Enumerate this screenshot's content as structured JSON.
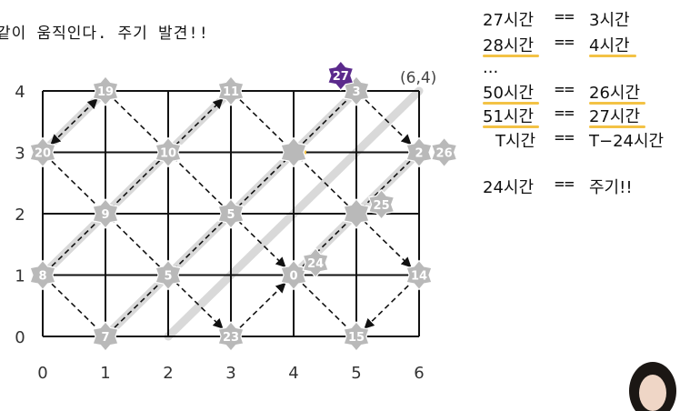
{
  "title": "같이 움직인다. 주기 발견!!",
  "grid": {
    "x_ticks": [
      "0",
      "1",
      "2",
      "3",
      "4",
      "5",
      "6"
    ],
    "y_ticks": [
      "0",
      "1",
      "2",
      "3",
      "4"
    ],
    "corner_label": "(6,4)"
  },
  "markers": [
    {
      "label": "19",
      "col": 1,
      "row": 4,
      "color": "#b9b9b9"
    },
    {
      "label": "11",
      "col": 3,
      "row": 4,
      "color": "#b9b9b9"
    },
    {
      "label": "3",
      "col": 5,
      "row": 4,
      "color": "#b9b9b9"
    },
    {
      "label": "27",
      "col": 4.75,
      "row": 4.25,
      "color": "#5b2a8c"
    },
    {
      "label": "20",
      "col": 0,
      "row": 3,
      "color": "#b9b9b9"
    },
    {
      "label": "10",
      "col": 2,
      "row": 3,
      "color": "#b9b9b9"
    },
    {
      "label": "2",
      "col": 6,
      "row": 3,
      "color": "#b9b9b9"
    },
    {
      "label": "26",
      "col": 6.4,
      "row": 3,
      "color": "#b9b9b9"
    },
    {
      "label": "",
      "col": 4,
      "row": 3,
      "color": "#b9b9b9"
    },
    {
      "label": "9",
      "col": 1,
      "row": 2,
      "color": "#b9b9b9"
    },
    {
      "label": "5",
      "col": 3,
      "row": 2,
      "color": "#b9b9b9"
    },
    {
      "label": "",
      "col": 5,
      "row": 2,
      "color": "#b9b9b9"
    },
    {
      "label": "25",
      "col": 5.4,
      "row": 2.15,
      "color": "#b9b9b9"
    },
    {
      "label": "8",
      "col": 0,
      "row": 1,
      "color": "#b9b9b9"
    },
    {
      "label": "5",
      "col": 2,
      "row": 1,
      "color": "#b9b9b9"
    },
    {
      "label": "0",
      "col": 4,
      "row": 1,
      "color": "#b9b9b9"
    },
    {
      "label": "24",
      "col": 4.35,
      "row": 1.2,
      "color": "#b9b9b9"
    },
    {
      "label": "14",
      "col": 6,
      "row": 1,
      "color": "#b9b9b9"
    },
    {
      "label": "7",
      "col": 1,
      "row": 0,
      "color": "#b9b9b9"
    },
    {
      "label": "23",
      "col": 3,
      "row": 0,
      "color": "#b9b9b9"
    },
    {
      "label": "15",
      "col": 5,
      "row": 0,
      "color": "#b9b9b9"
    }
  ],
  "arrows": [
    [
      0,
      3,
      1,
      4,
      "both"
    ],
    [
      1,
      4,
      4,
      1,
      "end"
    ],
    [
      3,
      4,
      6,
      1,
      "end"
    ],
    [
      5,
      4,
      6,
      3,
      "end"
    ],
    [
      0,
      3,
      3,
      0,
      "end"
    ],
    [
      0,
      1,
      1,
      0,
      "none"
    ],
    [
      1,
      0,
      5,
      4,
      "none"
    ],
    [
      0,
      1,
      3,
      4,
      "end"
    ],
    [
      3,
      0,
      4,
      1,
      "end"
    ],
    [
      4,
      1,
      5,
      0,
      "none"
    ],
    [
      5,
      0,
      6,
      1,
      "start"
    ],
    [
      4,
      1,
      6,
      3,
      "none"
    ]
  ],
  "equations": [
    {
      "left": "27시간",
      "op": "==",
      "right": "3시간"
    },
    {
      "left": "28시간",
      "op": "==",
      "right": "4시간"
    },
    {
      "left": "...",
      "op": "",
      "right": ""
    },
    {
      "left": "50시간",
      "op": "==",
      "right": "26시간"
    },
    {
      "left": "51시간",
      "op": "==",
      "right": "27시간"
    },
    {
      "left": "T시간",
      "op": "==",
      "right": "T−24시간"
    },
    {
      "left": "24시간",
      "op": "==",
      "right": "주기!!"
    }
  ],
  "colors": {
    "grid": "#111111",
    "marker": "#b9b9b9",
    "marker_special": "#5b2a8c",
    "underline": "#f3c245",
    "trail": "#d9d9d9"
  }
}
